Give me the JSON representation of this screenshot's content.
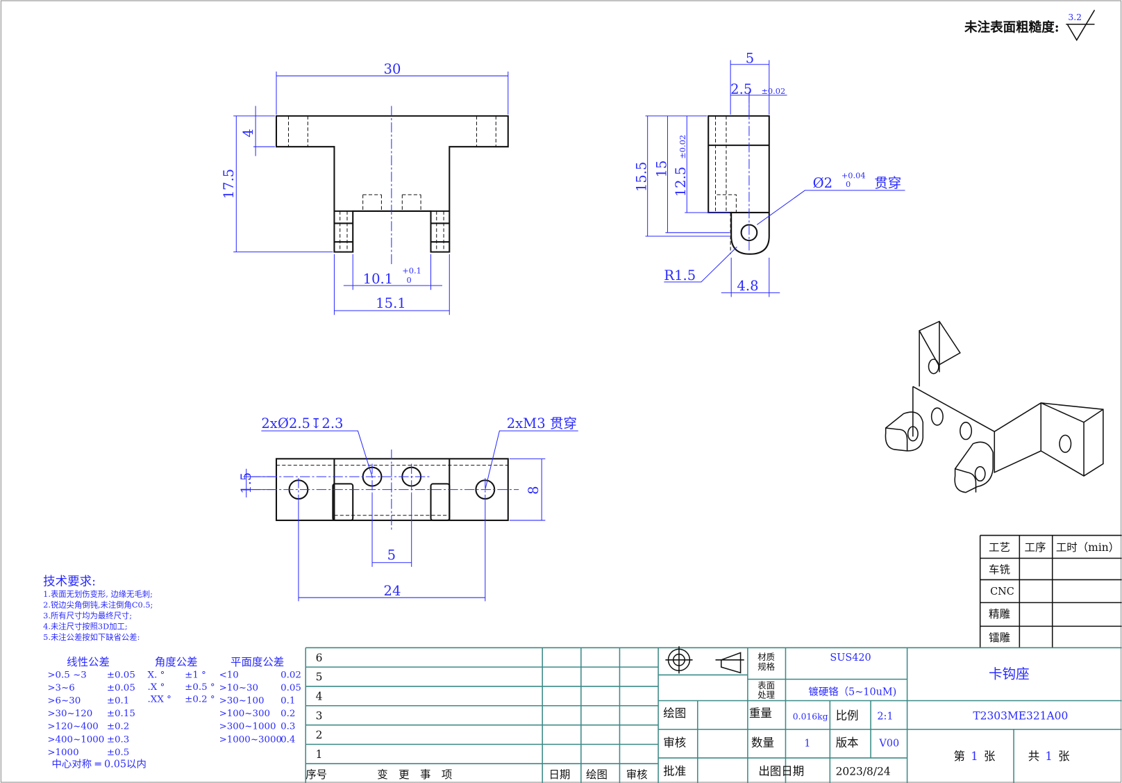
{
  "roughness": {
    "label": "未注表面粗糙度:",
    "value": "3.2"
  },
  "front_view": {
    "width": "30",
    "top_thk": "4",
    "height": "17.5",
    "inner": "10.1",
    "inner_tol_up": "+0.1",
    "inner_tol_lo": "0",
    "outer": "15.1"
  },
  "side_view": {
    "w5": "5",
    "w25": "2.5",
    "w25_tol": "±0.02",
    "h155": "15.5",
    "h15": "15",
    "h125": "12.5",
    "h125_tol": "±0.02",
    "hole": "Ø2",
    "hole_tol_up": "+0.04",
    "hole_tol_lo": "0",
    "hole_note": "贯穿",
    "radius": "R1.5",
    "w48": "4.8"
  },
  "bottom_view": {
    "holes_callout": "2xØ2.5↧2.3",
    "thread_callout": "2xM3 贯穿",
    "offset": "1.5",
    "depth": "8",
    "pitch": "5",
    "span": "24"
  },
  "tech_req": {
    "title": "技术要求:",
    "items": [
      "1.表面无划伤变形, 边缘无毛刺;",
      "2.锐边尖角倒钝,未注倒角C0.5;",
      "3.所有尺寸均为最终尺寸;",
      "4.未注尺寸按照3D加工;",
      "5.未注公差按如下缺省公差:"
    ]
  },
  "tolerances": {
    "linear_title": "线性公差",
    "angle_title": "角度公差",
    "flat_title": "平面度公差",
    "linear": [
      [
        ">0.5 ~3",
        "±0.05"
      ],
      [
        ">3~6",
        "±0.05"
      ],
      [
        ">6~30",
        "±0.1"
      ],
      [
        ">30~120",
        "±0.15"
      ],
      [
        ">120~400",
        "±0.2"
      ],
      [
        ">400~1000",
        "±0.3"
      ],
      [
        ">1000",
        "±0.5"
      ]
    ],
    "angle": [
      [
        "X. °",
        "±1 °"
      ],
      [
        ".X °",
        "±0.5 °"
      ],
      [
        ".XX °",
        "±0.2 °"
      ]
    ],
    "flat": [
      [
        "<10",
        "0.02"
      ],
      [
        ">10~30",
        "0.05"
      ],
      [
        ">30~100",
        "0.1"
      ],
      [
        ">100~300",
        "0.2"
      ],
      [
        ">300~1000",
        "0.3"
      ],
      [
        ">1000~3000",
        "0.4"
      ]
    ],
    "symmetry": "中心对称 ═ 0.05以内"
  },
  "process_table": {
    "headers": [
      "工艺",
      "工序",
      "工时（min）"
    ],
    "rows": [
      "车铣",
      "CNC",
      "精雕",
      "镭雕"
    ]
  },
  "revision_table": {
    "rows": [
      "6",
      "5",
      "4",
      "3",
      "2",
      "1"
    ],
    "headers": [
      "序号",
      "变　更　事　项",
      "日期",
      "绘图",
      "审核"
    ]
  },
  "title_block": {
    "material_label": "材质\n规格",
    "material_label_1": "材质",
    "material_label_2": "规格",
    "material": "SUS420",
    "surface_label_1": "表面",
    "surface_label_2": "处理",
    "surface": "镀硬铬（5~10uM)",
    "part_name": "卡钩座",
    "draw_label": "绘图",
    "weight_label": "重量",
    "weight": "0.016kg",
    "scale_label": "比例",
    "scale": "2:1",
    "drawing_no": "T2303ME321A00",
    "check_label": "审核",
    "qty_label": "数量",
    "qty": "1",
    "version_label": "版本",
    "version": "V00",
    "approve_label": "批准",
    "date_label": "出图日期",
    "date": "2023/8/24",
    "sheet_prefix": "第",
    "sheet": "1",
    "sheet_suffix": "张",
    "total_prefix": "共",
    "total": "1",
    "total_suffix": "张"
  }
}
